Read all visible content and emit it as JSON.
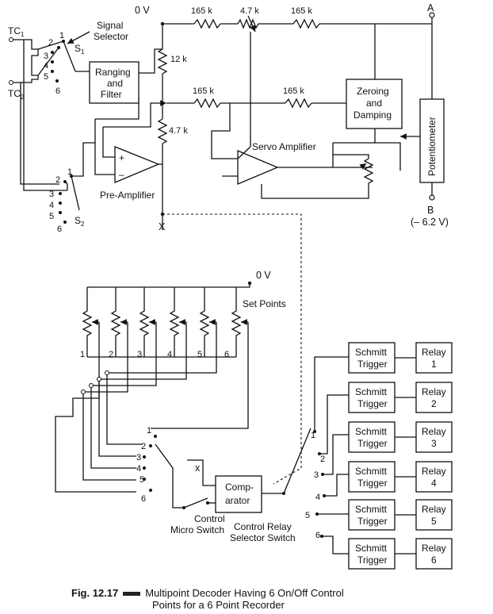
{
  "diagram": {
    "top": {
      "supply_label": "0 V",
      "r_left": "165 k",
      "r_pot": "4.7 k",
      "r_right": "165 k",
      "node_a": "A",
      "node_b": "B",
      "node_b_voltage": "(– 6.2 V)",
      "r_12k": "12 k",
      "r_47k": "4.7 k",
      "r_fb_left": "165 k",
      "r_fb_right": "165 k",
      "tc1": "TC",
      "tc1_sub": "1",
      "tc2": "TC",
      "tc2_sub": "2",
      "signal_selector_l1": "Signal",
      "signal_selector_l2": "Selector",
      "s1": "S",
      "s1_sub": "1",
      "s2": "S",
      "s2_sub": "2",
      "ranging_l1": "Ranging",
      "ranging_l2": "and",
      "ranging_l3": "Filter",
      "zeroing_l1": "Zeroing",
      "zeroing_l2": "and",
      "zeroing_l3": "Damping",
      "potentiometer": "Potentiometer",
      "servo_amp": "Servo Amplifier",
      "pre_amp": "Pre-Amplifier",
      "plus": "+",
      "minus": "–",
      "node_x": "X",
      "s1_pos": [
        "1",
        "2",
        "3",
        "4",
        "5",
        "6"
      ],
      "s2_pos": [
        "1",
        "2",
        "3",
        "4",
        "5",
        "6"
      ]
    },
    "bottom": {
      "supply_label": "0 V",
      "set_points": "Set Points",
      "pot_numbers": [
        "1",
        "2",
        "3",
        "4",
        "5",
        "6"
      ],
      "switch_numbers": [
        "1",
        "2",
        "3",
        "4",
        "5",
        "6"
      ],
      "node_x": "x",
      "comparator_l1": "Comp-",
      "comparator_l2": "arator",
      "control_micro_l1": "Control",
      "control_micro_l2": "Micro Switch",
      "relay_selector_l1": "Control Relay",
      "relay_selector_l2": "Selector Switch",
      "relay_selector_numbers": [
        "1",
        "2",
        "3",
        "4",
        "5",
        "6"
      ],
      "schmitt_l1": "Schmitt",
      "schmitt_l2": "Trigger",
      "relays": [
        "Relay 1",
        "Relay 2",
        "Relay 3",
        "Relay 4",
        "Relay 5",
        "Relay 6"
      ],
      "relay_word": "Relay",
      "relay_nums": [
        "1",
        "2",
        "3",
        "4",
        "5",
        "6"
      ]
    }
  },
  "caption": {
    "fig_label": "Fig. 12.17",
    "line1": "Multipoint Decoder Having 6 On/Off Control",
    "line2": "Points for a 6 Point Recorder"
  }
}
